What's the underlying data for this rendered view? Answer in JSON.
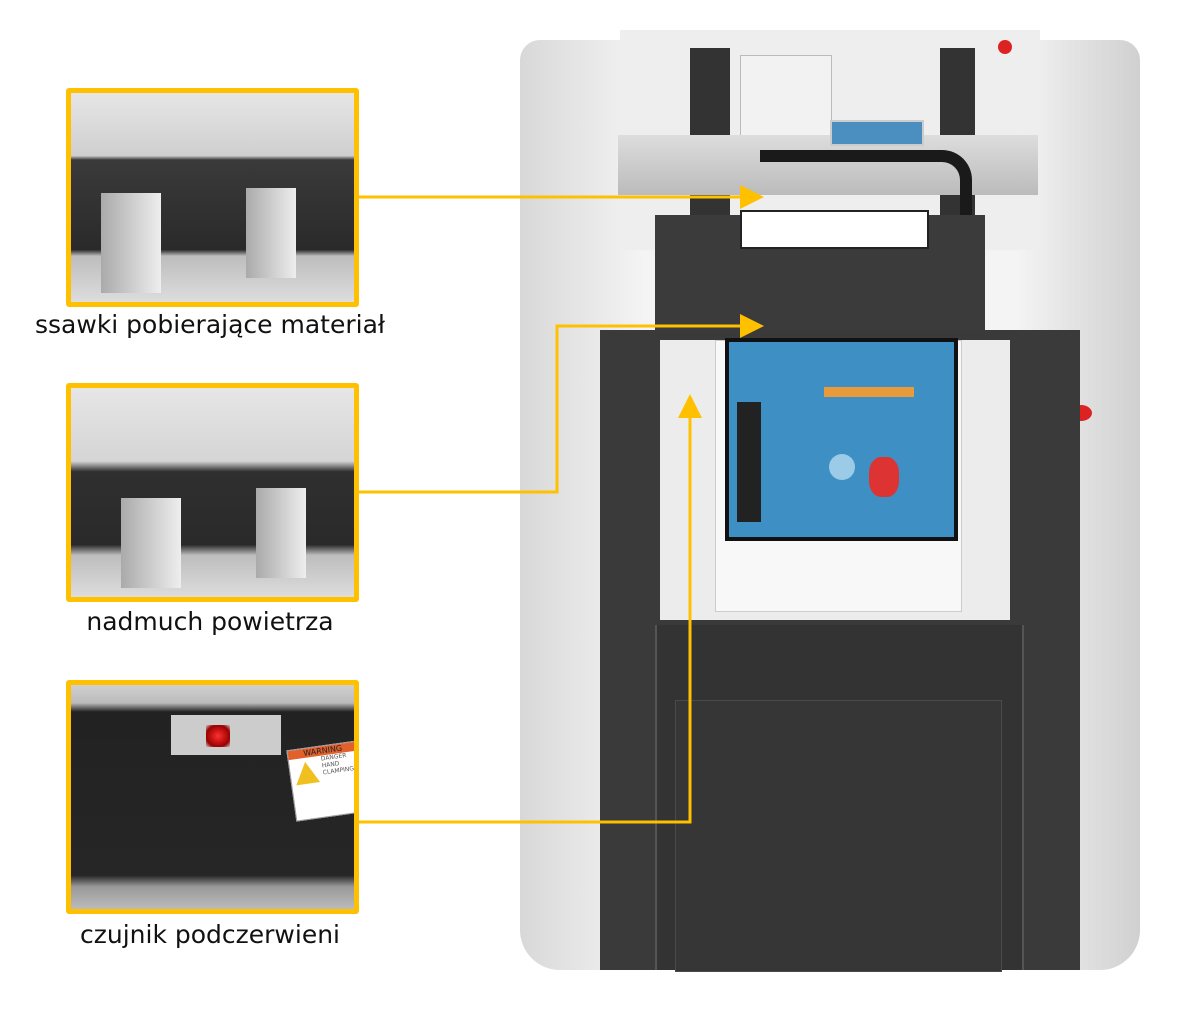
{
  "callouts": [
    {
      "label": "ssawki pobierające materiał"
    },
    {
      "label": "nadmuch powietrza"
    },
    {
      "label": "czujnik podczerwieni"
    }
  ],
  "warning_sticker": {
    "title": "WARNING",
    "lines": [
      "DANGER",
      "HAND",
      "CLAMPING"
    ]
  },
  "colors": {
    "accent": "#FFC000",
    "frame": "#3a3a3a",
    "body": "#e8e8e8",
    "print_blue": "#3d8fc4"
  }
}
